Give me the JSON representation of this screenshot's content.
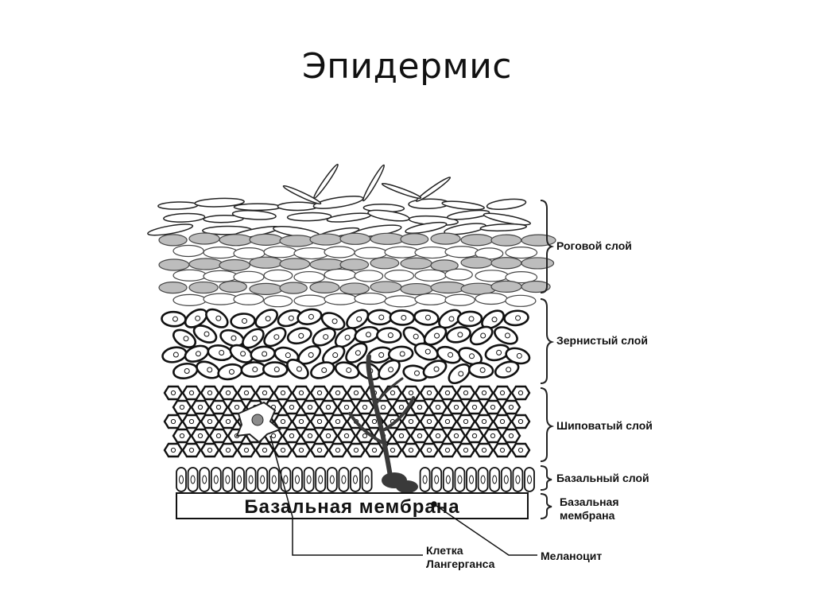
{
  "slide": {
    "title": "Эпидермис"
  },
  "diagram": {
    "layers": [
      {
        "id": "corneum",
        "label": "Роговой слой"
      },
      {
        "id": "granulosum",
        "label": "Зернистый слой"
      },
      {
        "id": "spinosum",
        "label": "Шиповатый слой"
      },
      {
        "id": "basale",
        "label": "Базальный слой"
      },
      {
        "id": "membrane",
        "label_line1": "Базальная",
        "label_line2": "мембрана"
      }
    ],
    "membrane_text": "Базальная мембрана",
    "cells": {
      "langerhans_line1": "Клетка",
      "langerhans_line2": "Лангерганса",
      "melanocyte": "Меланоцит"
    }
  }
}
